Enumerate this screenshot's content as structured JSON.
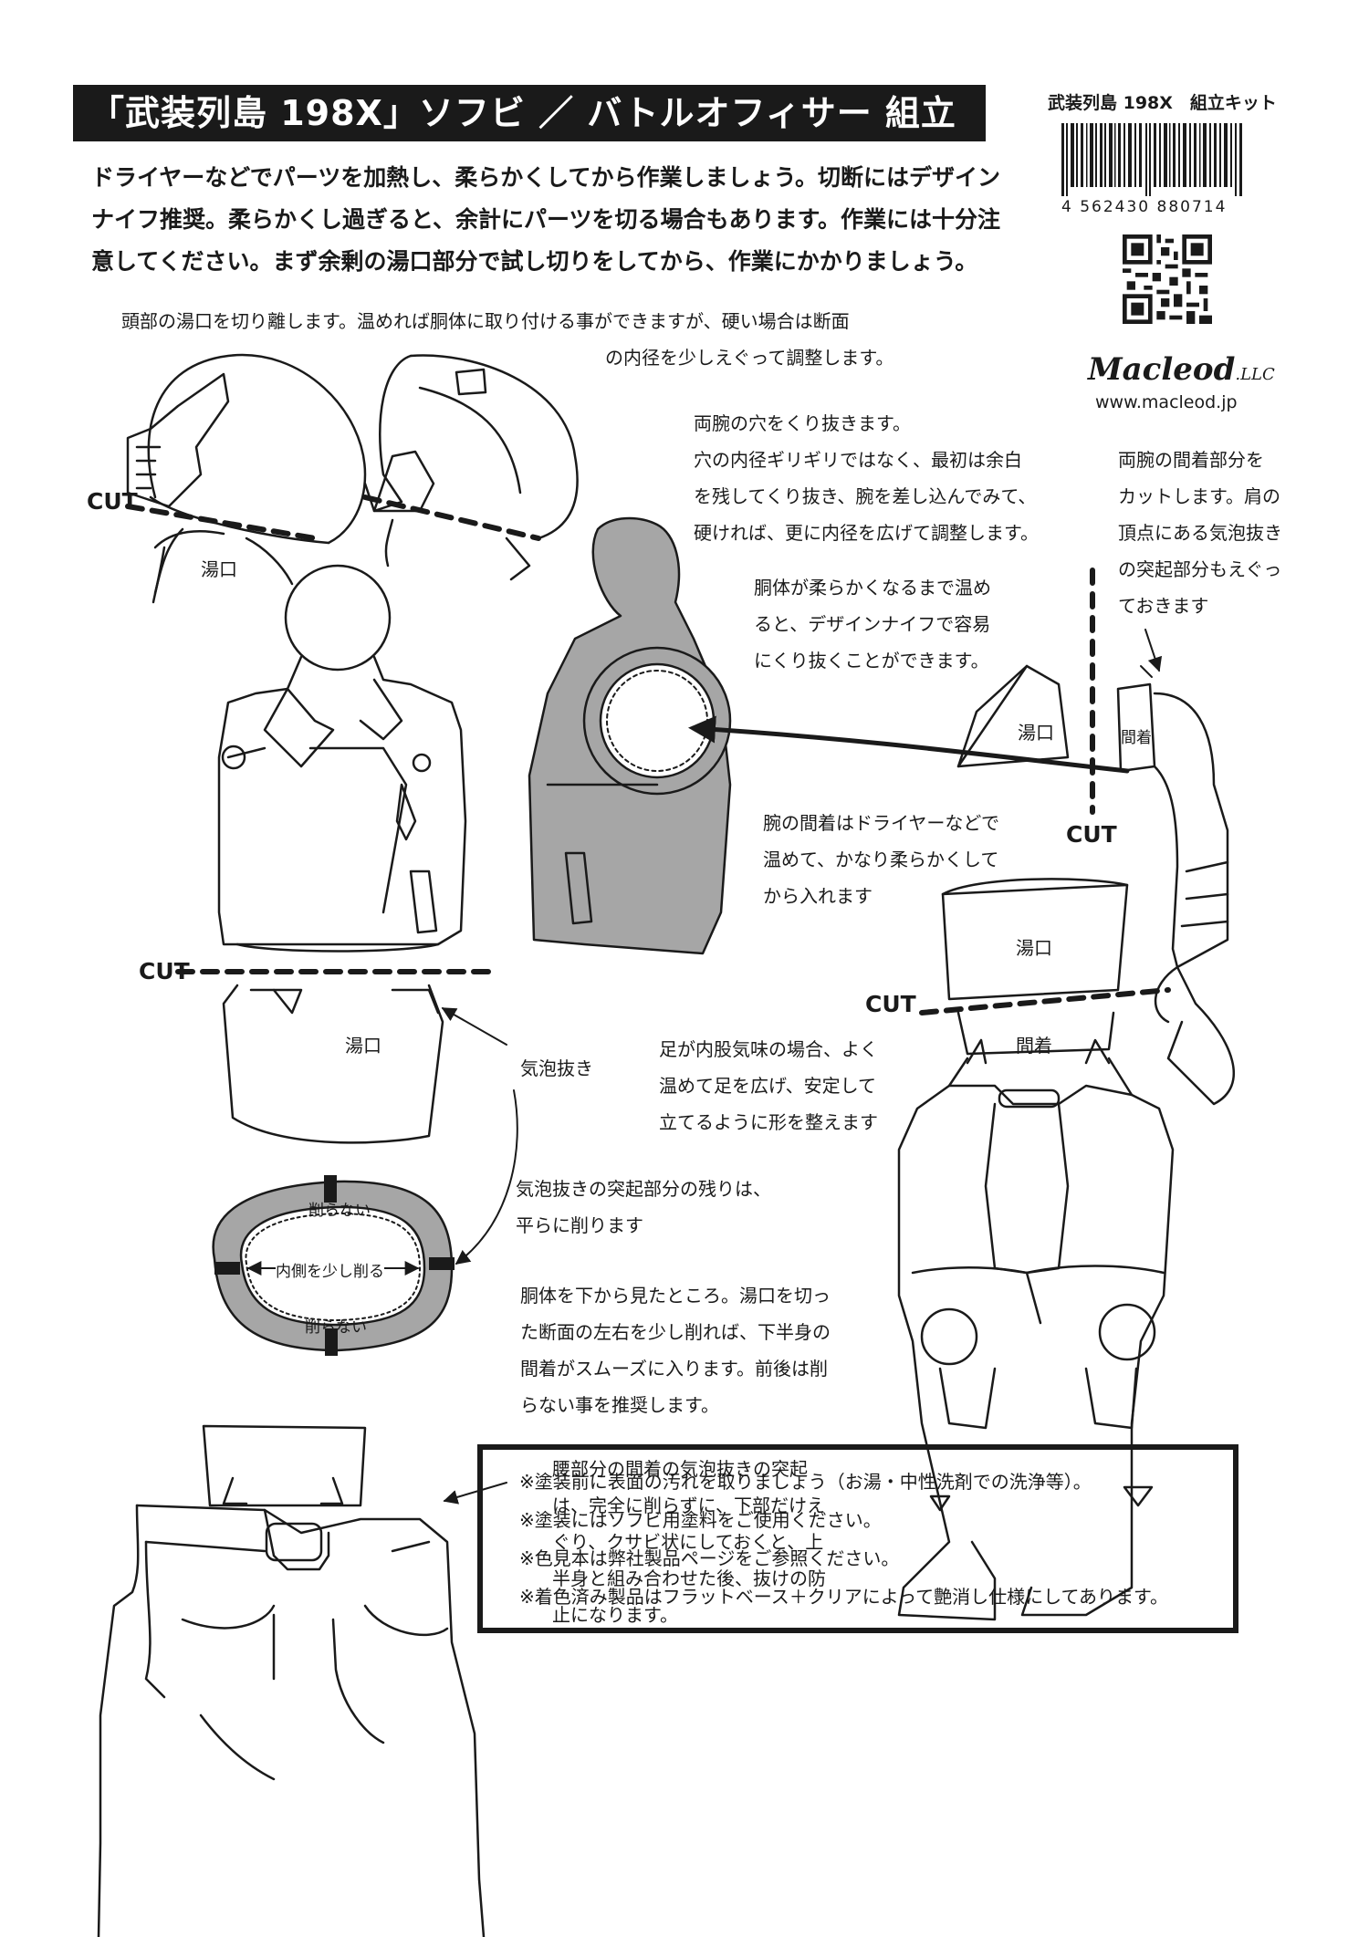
{
  "header": {
    "title": "「武装列島 198X」ソフビ ／ バトルオフィサー 組立ガイド",
    "kit_label": "武装列島 198X　組立キット",
    "barcode_number": "4 562430 880714",
    "brand": "Macleod",
    "brand_suffix": ".LLC",
    "url": "www.macleod.jp"
  },
  "intro": {
    "lines": [
      "ドライヤーなどでパーツを加熱し、柔らかくしてから作業しましょう。切断にはデザイン",
      "ナイフ推奨。柔らかくし過ぎると、余計にパーツを切る場合もあります。作業には十分注",
      "意してください。まず余剰の湯口部分で試し切りをしてから、作業にかかりましょう。"
    ]
  },
  "notes": {
    "head": [
      "頭部の湯口を切り離します。温めれば胴体に取り付ける事ができますが、硬い場合は断面",
      "の内径を少しえぐって調整します。"
    ],
    "arm_hole": [
      "両腕の穴をくり抜きます。",
      "穴の内径ギリギリではなく、最初は余白",
      "を残してくり抜き、腕を差し込んでみて、",
      "硬ければ、更に内径を広げて調整します。"
    ],
    "arm_joint": [
      "両腕の間着部分を",
      "カットします。肩の",
      "頂点にある気泡抜き",
      "の突起部分もえぐっ",
      "ておきます"
    ],
    "torso_warm": [
      "胴体が柔らかくなるまで温め",
      "ると、デザインナイフで容易",
      "にくり抜くことができます。"
    ],
    "arm_insert": [
      "腕の間着はドライヤーなどで",
      "温めて、かなり柔らかくして",
      "から入れます"
    ],
    "legs": [
      "足が内股気味の場合、よく",
      "温めて足を広げ、安定して",
      "立てるように形を整えます"
    ],
    "bubble_rest": [
      "気泡抜きの突起部分の残りは、",
      "平らに削ります"
    ],
    "torso_bottom": [
      "胴体を下から見たところ。湯口を切っ",
      "た断面の左右を少し削れば、下半身の",
      "間着がスムーズに入ります。前後は削",
      "らない事を推奨します。"
    ],
    "waist": [
      "腰部分の間着の気泡抜きの突起",
      "は、完全に削らずに、下部だけえ",
      "ぐり、クサビ状にしておくと、上",
      "半身と組み合わせた後、抜けの防",
      "止になります。"
    ]
  },
  "labels": {
    "cut": "CUT",
    "sprue": "湯口",
    "joint": "間着",
    "bubble_vent": "気泡抜き",
    "no_shave": "削らない",
    "shave_inside": "内側を少し削る"
  },
  "footer_notes": [
    "※塗装前に表面の汚れを取りましょう（お湯・中性洗剤での洗浄等）。",
    "※塗装にはソフビ用塗料をご使用ください。",
    "※色見本は弊社製品ページをご参照ください。",
    "※着色済み製品はフラットベース＋クリアによって艶消し仕様にしてあります。"
  ],
  "colors": {
    "ink": "#1a1a1a",
    "gray_fill": "#a6a6a6",
    "paper": "#ffffff"
  },
  "icons": [
    "barcode",
    "qr-code",
    "arrow"
  ]
}
